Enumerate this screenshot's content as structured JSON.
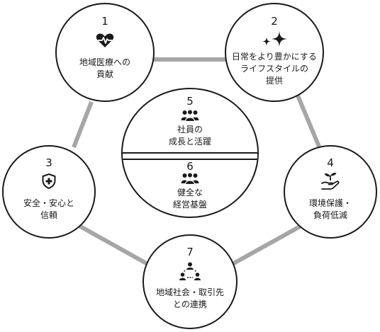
{
  "nodes": {
    "n1": {
      "number": "1",
      "label_lines": [
        "地域医療への",
        "貢献"
      ],
      "icon": "heart-pulse-icon"
    },
    "n2": {
      "number": "2",
      "label_lines": [
        "日常をより豊かにする",
        "ライフスタイルの",
        "提供"
      ],
      "icon": "sparkles-icon"
    },
    "n3": {
      "number": "3",
      "label_lines": [
        "安全・安心と",
        "信頼"
      ],
      "icon": "shield-cross-icon"
    },
    "n4": {
      "number": "4",
      "label_lines": [
        "環境保護・",
        "負荷低減"
      ],
      "icon": "hand-sprout-icon"
    },
    "n5": {
      "number": "5",
      "label_lines": [
        "社員の",
        "成長と活躍"
      ],
      "icon": "people-group-icon"
    },
    "n6": {
      "number": "6",
      "label_lines": [
        "健全な",
        "経営基盤"
      ],
      "icon": "people-group-icon"
    },
    "n7": {
      "number": "7",
      "label_lines": [
        "地域社会・取引先",
        "との連携"
      ],
      "icon": "network-people-icon"
    }
  },
  "colors": {
    "connector": "#a6a6a6",
    "border": "#1a1a1a",
    "text": "#1a1a1a"
  }
}
